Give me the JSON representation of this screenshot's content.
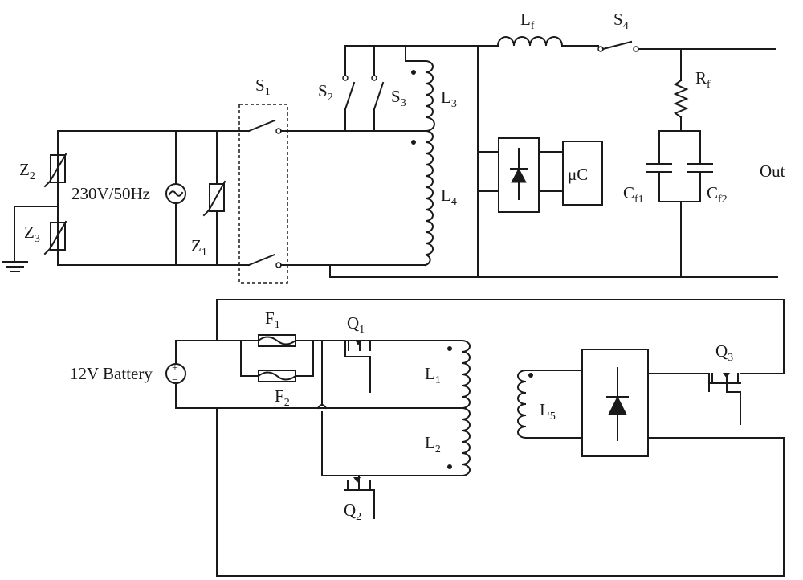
{
  "labels": {
    "s1": {
      "main": "S",
      "sub": "1"
    },
    "s2": {
      "main": "S",
      "sub": "2"
    },
    "s3": {
      "main": "S",
      "sub": "3"
    },
    "s4": {
      "main": "S",
      "sub": "4"
    },
    "l1": {
      "main": "L",
      "sub": "1"
    },
    "l2": {
      "main": "L",
      "sub": "2"
    },
    "l3": {
      "main": "L",
      "sub": "3"
    },
    "l4": {
      "main": "L",
      "sub": "4"
    },
    "l5": {
      "main": "L",
      "sub": "5"
    },
    "lf": {
      "main": "L",
      "sub": "f"
    },
    "rf": {
      "main": "R",
      "sub": "f"
    },
    "cf1": {
      "main": "C",
      "sub": "f1"
    },
    "cf2": {
      "main": "C",
      "sub": "f2"
    },
    "z1": {
      "main": "Z",
      "sub": "1"
    },
    "z2": {
      "main": "Z",
      "sub": "2"
    },
    "z3": {
      "main": "Z",
      "sub": "3"
    },
    "f1": {
      "main": "F",
      "sub": "1"
    },
    "f2": {
      "main": "F",
      "sub": "2"
    },
    "q1": {
      "main": "Q",
      "sub": "1"
    },
    "q2": {
      "main": "Q",
      "sub": "2"
    },
    "q3": {
      "main": "Q",
      "sub": "3"
    },
    "mains": "230V/50Hz",
    "battery": "12V Battery",
    "uc": "μC",
    "out": "Out",
    "plus": "+",
    "minus": "−"
  }
}
